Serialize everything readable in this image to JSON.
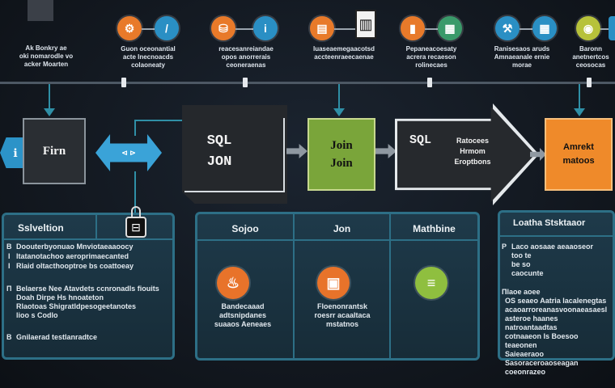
{
  "top": {
    "labels": [
      "Ak Bonkry ae\noki nomarodle vo\nacker Moarten",
      "Guon oceonantial\nacte lnecnoacds\ncolaoneaty",
      "reacesanreiandae\nopos anorrerais\nceoneraenas",
      "luaseaemegaacotsd\naccteenraeecaenae",
      "Pepaneacoesaty\nacrera recaeson\nrolinecaes",
      "Ranisesaos aruds\nAmnaeanale ernie\nmorae",
      "Baronn\nanetnertcos\nceosocas"
    ]
  },
  "icons": [
    {
      "name": "gear-icon",
      "color": "#e87a2a",
      "glyph": "⚙"
    },
    {
      "name": "wrench-icon",
      "color": "#2a8fc4",
      "glyph": "/"
    },
    {
      "name": "database-icon",
      "color": "#e87a2a",
      "glyph": "⛁"
    },
    {
      "name": "info-icon",
      "color": "#2a8fc4",
      "glyph": "i"
    },
    {
      "name": "file-icon",
      "color": "#e87a2a",
      "glyph": "▤"
    },
    {
      "name": "book-icon",
      "color": "#ffffff",
      "glyph": "▥"
    },
    {
      "name": "chart-icon",
      "color": "#e87a2a",
      "glyph": "▮"
    },
    {
      "name": "building-icon",
      "color": "#3a9a6a",
      "glyph": "▦"
    },
    {
      "name": "tools-icon",
      "color": "#2a8fc4",
      "glyph": "⚒"
    },
    {
      "name": "grid-icon",
      "color": "#2a8fc4",
      "glyph": "▦"
    },
    {
      "name": "bulb-icon",
      "color": "#b7c23a",
      "glyph": "◉"
    },
    {
      "name": "plug-icon",
      "color": "#2a8fc4",
      "glyph": "⏚"
    }
  ],
  "flow": {
    "left_tab": "ℹ",
    "firm_box": "Firn",
    "back_arrow": "⊲ ⊳",
    "sql_box": "SQL\nJON",
    "join_box": "Join\nJoin",
    "sql_arrow_left": "SQL",
    "sql_arrow_right": "Ratocees\nHrmom\nEroptbons",
    "final_box": "Amrekt\nmatoos"
  },
  "panel1": {
    "head": "Sslveltion",
    "lock_glyph": "⊟",
    "items": [
      {
        "bullet": "B",
        "text": "Doouterbyonuao Mnviotaeaaoocy"
      },
      {
        "bullet": "I",
        "text": "ltatanotachoo aeroprimaecanted"
      },
      {
        "bullet": "I",
        "text": "Rlaid oltacthooptroe bs coattoeay"
      },
      {
        "bullet": "Π",
        "text": "Belaerse Nee Atavdets ccnronadls fiouits\nDoah Dirpe Hs hnoateton\nRlaotoas Shigratldpesogeetanotes\nlioo s Codlo"
      },
      {
        "bullet": "B",
        "text": "Gnilaerad testlanradtce"
      }
    ]
  },
  "panel2": {
    "heads": [
      "Sojoo",
      "Jon",
      "Mathbine"
    ],
    "cols": [
      {
        "icon": "flame-icon",
        "glyph": "♨",
        "color": "#e8732a",
        "text": "Bandecaaad\nadtsnipdanes\nsuaaos Aeneaes"
      },
      {
        "icon": "document-icon",
        "glyph": "▣",
        "color": "#e8732a",
        "text": "Floenonrantsk\nroesrr acaaltaca\nmstatnos"
      },
      {
        "icon": "stack-icon",
        "glyph": "≡",
        "color": "#8fbf3f",
        "text": ""
      }
    ]
  },
  "panel3": {
    "head": "Loatha Stsktaaor",
    "items": [
      {
        "bullet": "Ρ",
        "text": "Laco aosaae aeaaoseor\ntoo te\nbe so\ncaocunte"
      },
      {
        "bullet": "Π",
        "text": "Ilaoe aoee\nOS seaeo Aatria lacalenegtas\nacaoarroreanasvoonaeasaesl\nasteroe haanes natroantaadtas\ncotnaaeon Is Boesoo teaeonen\nSaieaeraoo Sasoraceroaoseagan\ncoeonrazeo"
      }
    ]
  }
}
